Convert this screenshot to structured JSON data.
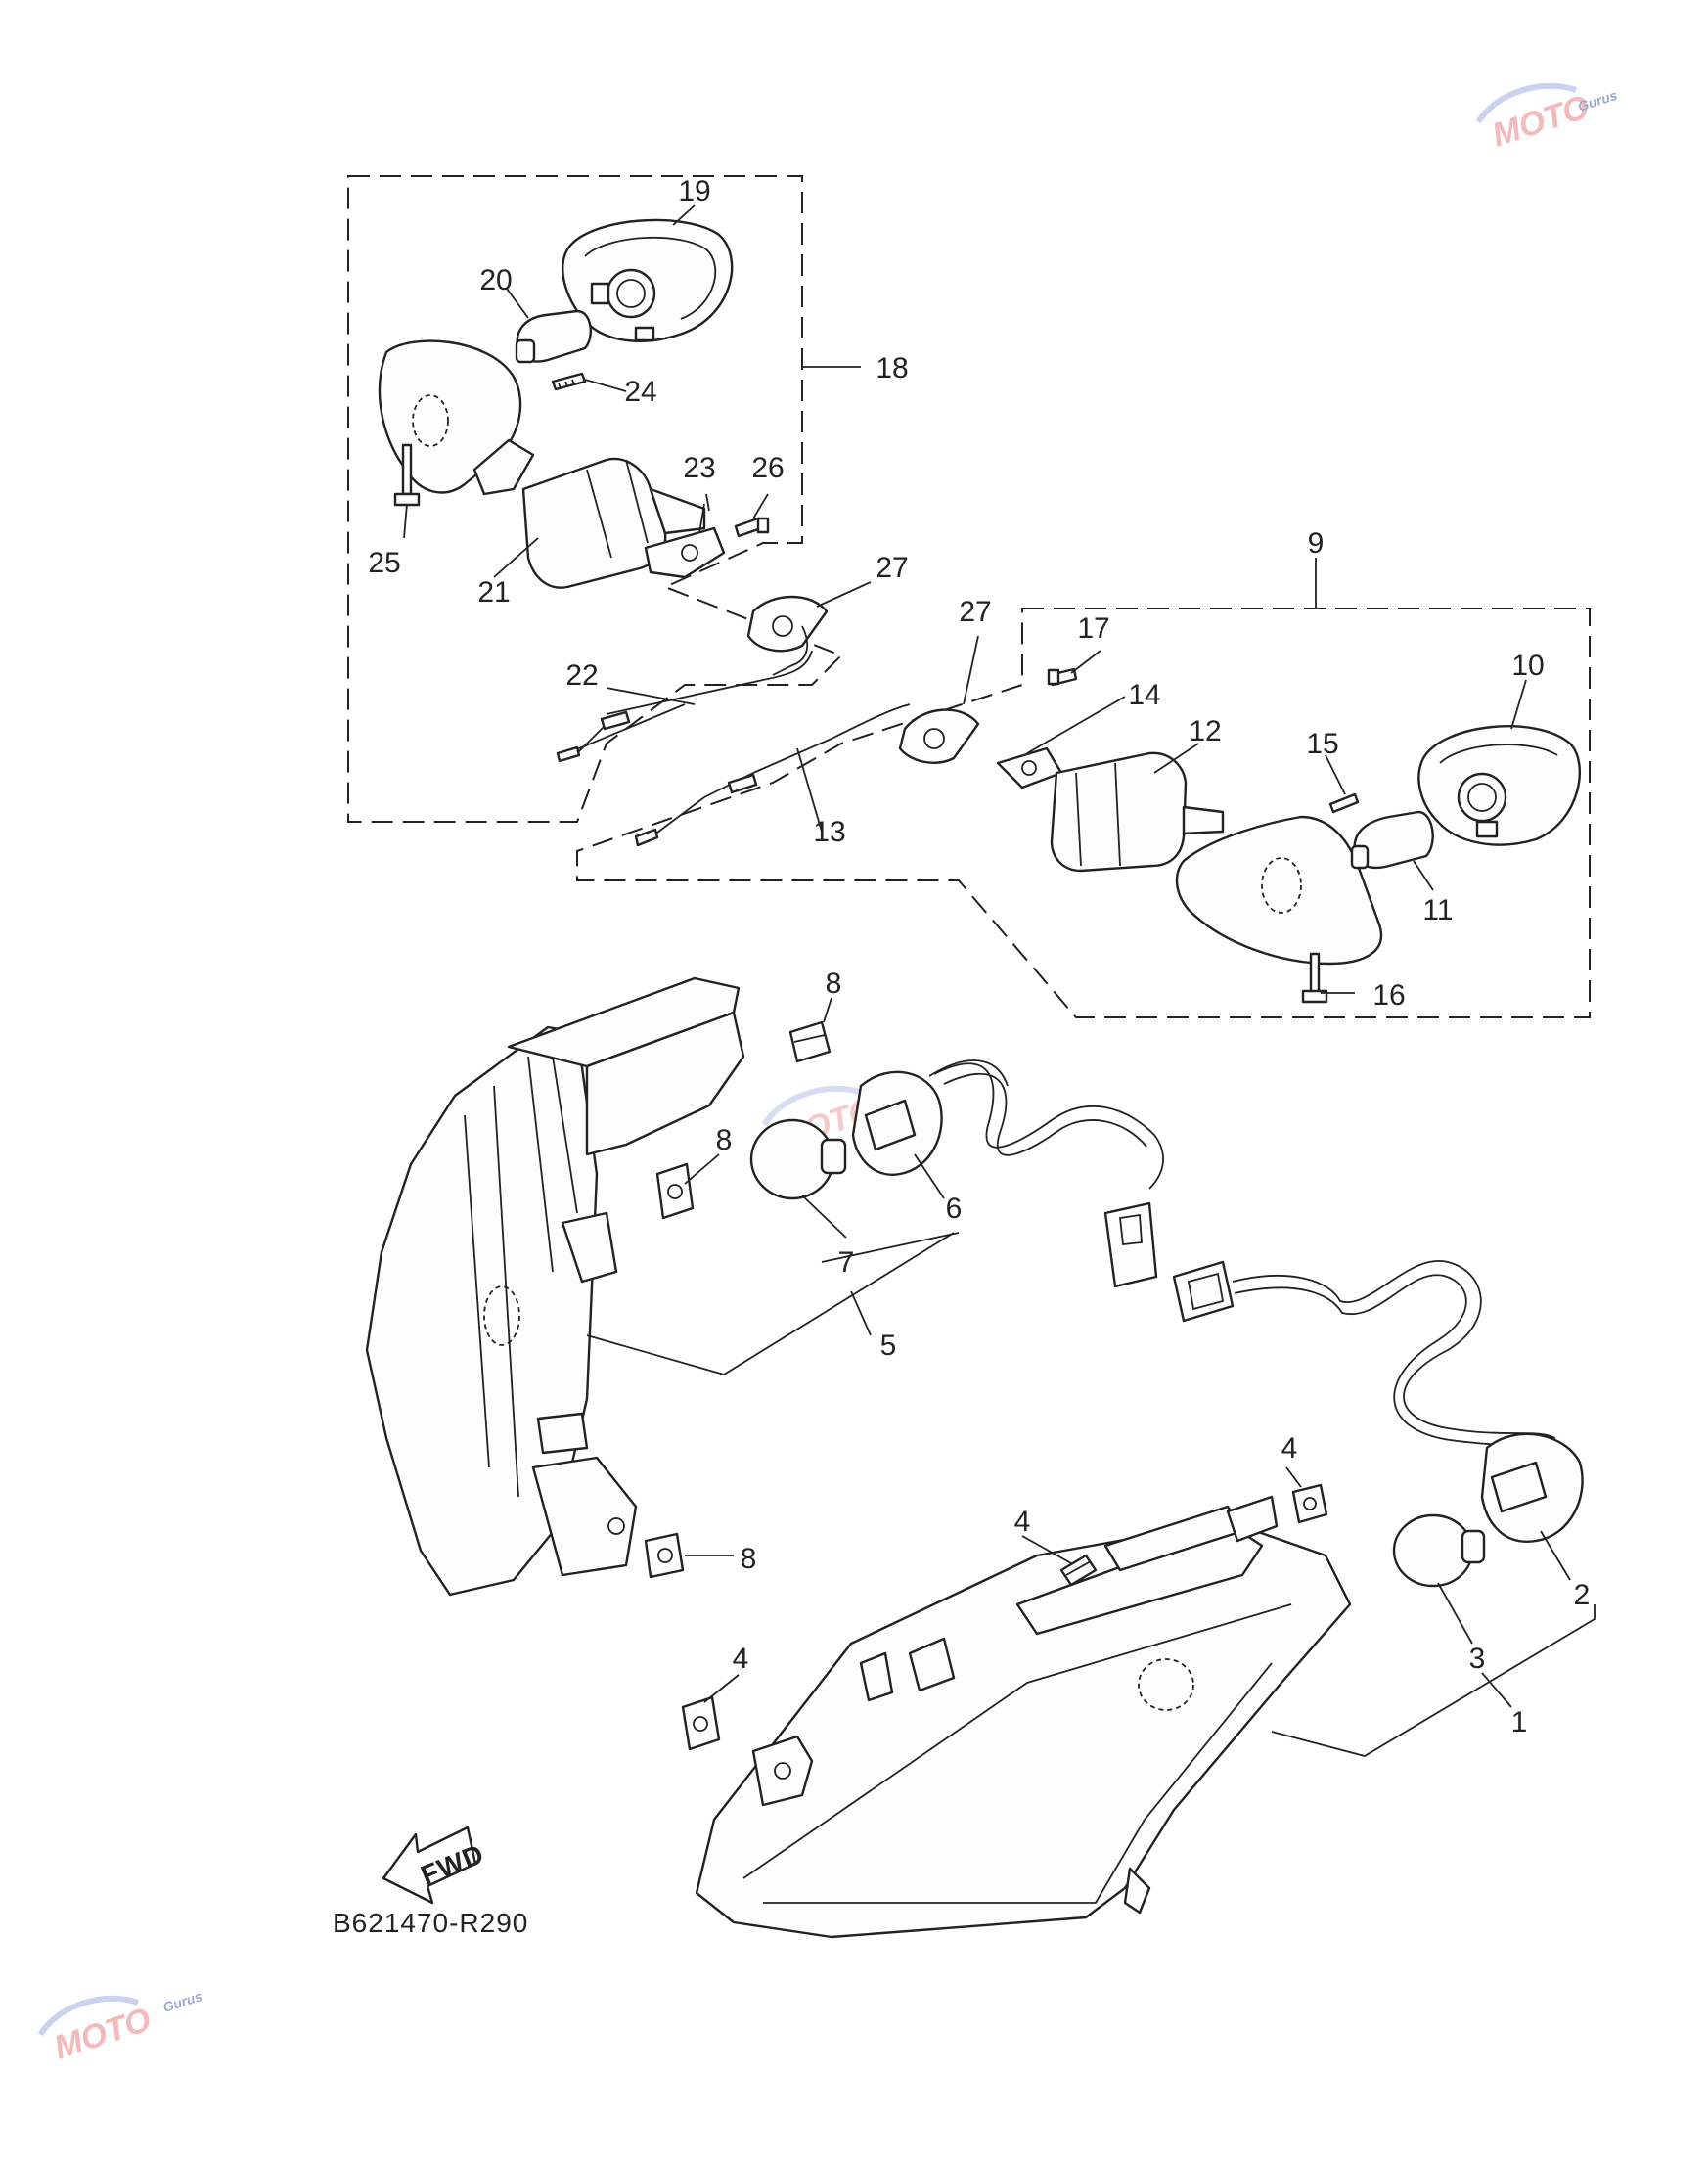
{
  "diagram": {
    "drawing_code": "B621470-R290",
    "fwd_label": "FWD",
    "callouts": [
      {
        "id": "c1",
        "label": "1"
      },
      {
        "id": "c2",
        "label": "2"
      },
      {
        "id": "c3",
        "label": "3"
      },
      {
        "id": "c4a",
        "label": "4"
      },
      {
        "id": "c4b",
        "label": "4"
      },
      {
        "id": "c4c",
        "label": "4"
      },
      {
        "id": "c5",
        "label": "5"
      },
      {
        "id": "c6",
        "label": "6"
      },
      {
        "id": "c7",
        "label": "7"
      },
      {
        "id": "c8a",
        "label": "8"
      },
      {
        "id": "c8b",
        "label": "8"
      },
      {
        "id": "c8c",
        "label": "8"
      },
      {
        "id": "c9",
        "label": "9"
      },
      {
        "id": "c10",
        "label": "10"
      },
      {
        "id": "c11",
        "label": "11"
      },
      {
        "id": "c12",
        "label": "12"
      },
      {
        "id": "c13",
        "label": "13"
      },
      {
        "id": "c14",
        "label": "14"
      },
      {
        "id": "c15",
        "label": "15"
      },
      {
        "id": "c16",
        "label": "16"
      },
      {
        "id": "c17",
        "label": "17"
      },
      {
        "id": "c18",
        "label": "18"
      },
      {
        "id": "c19",
        "label": "19"
      },
      {
        "id": "c20",
        "label": "20"
      },
      {
        "id": "c21",
        "label": "21"
      },
      {
        "id": "c22",
        "label": "22"
      },
      {
        "id": "c23",
        "label": "23"
      },
      {
        "id": "c24",
        "label": "24"
      },
      {
        "id": "c25",
        "label": "25"
      },
      {
        "id": "c26",
        "label": "26"
      },
      {
        "id": "c27a",
        "label": "27"
      },
      {
        "id": "c27b",
        "label": "27"
      }
    ]
  },
  "watermark": {
    "brand": "MOTO",
    "sub": "Gurus",
    "colors": {
      "red": "#e2343a",
      "blue": "#2f56b8"
    }
  }
}
